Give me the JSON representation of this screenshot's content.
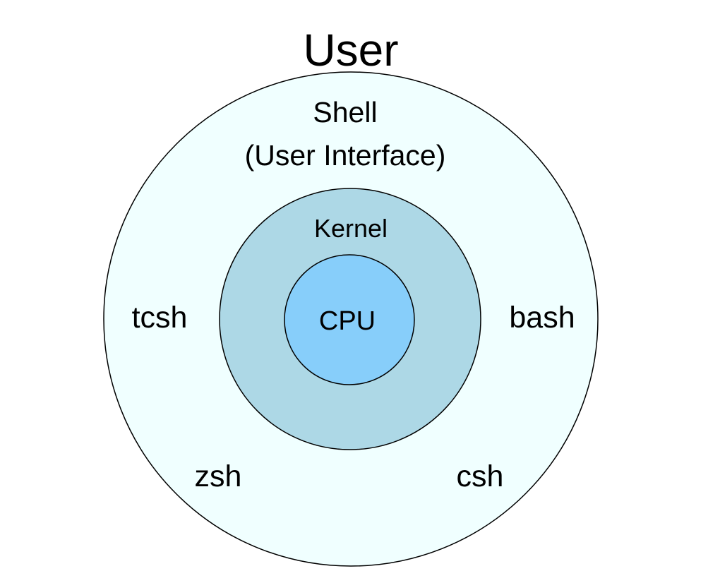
{
  "diagram": {
    "title": "User",
    "layers": {
      "shell": {
        "title": "Shell",
        "subtitle": "(User Interface)",
        "fill": "#F0FFFF",
        "examples": {
          "left": "tcsh",
          "right": "bash",
          "bottom_left": "zsh",
          "bottom_right": "csh"
        }
      },
      "kernel": {
        "label": "Kernel",
        "fill": "#ADD8E6"
      },
      "cpu": {
        "label": "CPU",
        "fill": "#87CEFA"
      }
    },
    "stroke_color": "#000000"
  }
}
